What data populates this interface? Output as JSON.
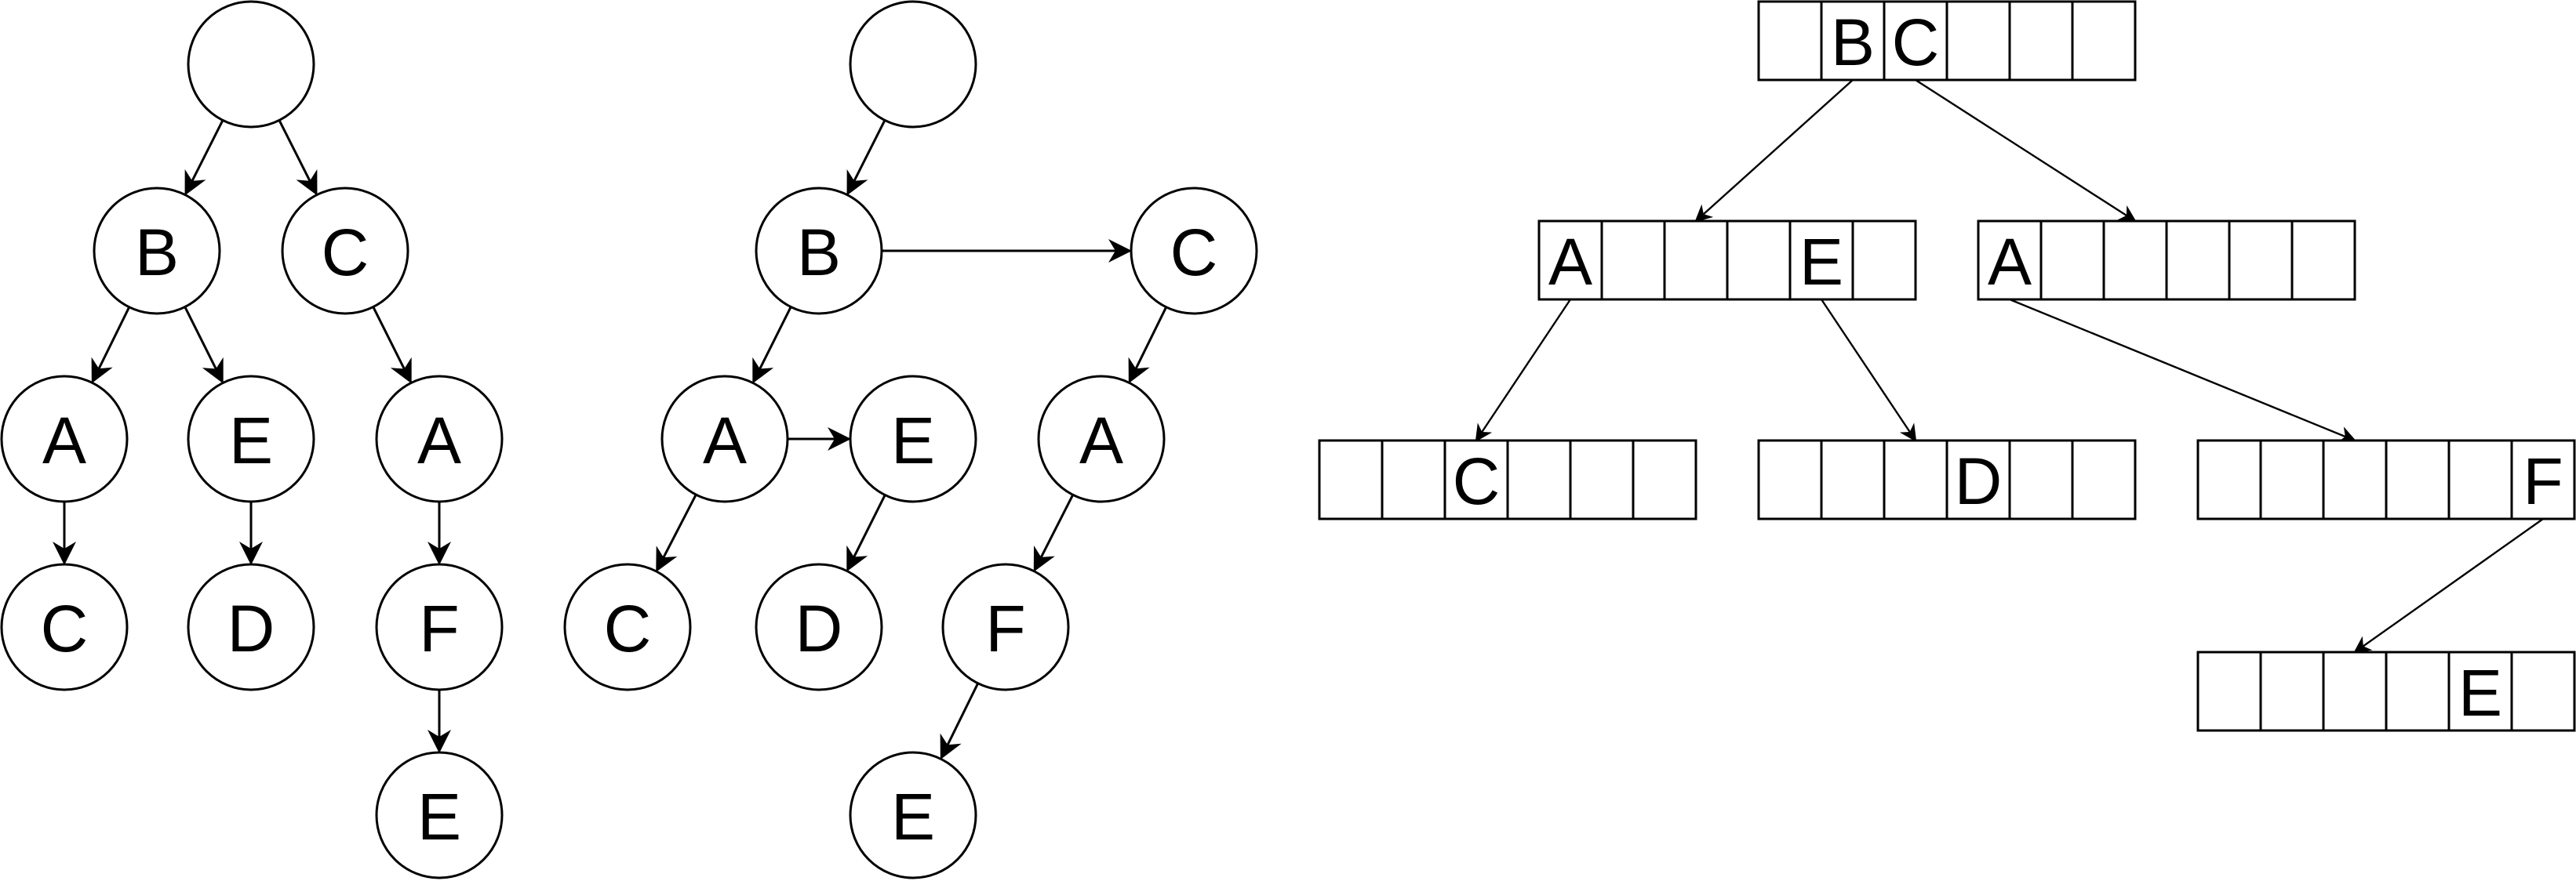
{
  "colors": {
    "stroke": "#000000",
    "fill": "#ffffff",
    "text": "#000000"
  },
  "diagrams": {
    "tree_a": {
      "nodes": [
        {
          "id": "a-root",
          "label": ""
        },
        {
          "id": "a-b",
          "label": "B"
        },
        {
          "id": "a-c",
          "label": "C"
        },
        {
          "id": "a-ba",
          "label": "A"
        },
        {
          "id": "a-be",
          "label": "E"
        },
        {
          "id": "a-ca",
          "label": "A"
        },
        {
          "id": "a-bac",
          "label": "C"
        },
        {
          "id": "a-bed",
          "label": "D"
        },
        {
          "id": "a-caf",
          "label": "F"
        },
        {
          "id": "a-cafe",
          "label": "E"
        }
      ],
      "edges": [
        [
          "a-root",
          "a-b"
        ],
        [
          "a-root",
          "a-c"
        ],
        [
          "a-b",
          "a-ba"
        ],
        [
          "a-b",
          "a-be"
        ],
        [
          "a-c",
          "a-ca"
        ],
        [
          "a-ba",
          "a-bac"
        ],
        [
          "a-be",
          "a-bed"
        ],
        [
          "a-ca",
          "a-caf"
        ],
        [
          "a-caf",
          "a-cafe"
        ]
      ]
    },
    "tree_b": {
      "nodes": [
        {
          "id": "b-root",
          "label": ""
        },
        {
          "id": "b-b",
          "label": "B"
        },
        {
          "id": "b-c",
          "label": "C"
        },
        {
          "id": "b-ba",
          "label": "A"
        },
        {
          "id": "b-be",
          "label": "E"
        },
        {
          "id": "b-ca",
          "label": "A"
        },
        {
          "id": "b-bac",
          "label": "C"
        },
        {
          "id": "b-bed",
          "label": "D"
        },
        {
          "id": "b-caf",
          "label": "F"
        },
        {
          "id": "b-cafe",
          "label": "E"
        }
      ],
      "edges": [
        [
          "b-root",
          "b-b"
        ],
        [
          "b-b",
          "b-c"
        ],
        [
          "b-b",
          "b-ba"
        ],
        [
          "b-ba",
          "b-be"
        ],
        [
          "b-c",
          "b-ca"
        ],
        [
          "b-ba",
          "b-bac"
        ],
        [
          "b-be",
          "b-bed"
        ],
        [
          "b-ca",
          "b-caf"
        ],
        [
          "b-caf",
          "b-cafe"
        ]
      ]
    },
    "tree_c": {
      "arrays": [
        {
          "id": "c-root",
          "cells": [
            "",
            "B",
            "C",
            "",
            "",
            ""
          ]
        },
        {
          "id": "c-l1",
          "cells": [
            "A",
            "",
            "",
            "",
            "E",
            ""
          ]
        },
        {
          "id": "c-r1",
          "cells": [
            "A",
            "",
            "",
            "",
            "",
            ""
          ]
        },
        {
          "id": "c-l2",
          "cells": [
            "",
            "",
            "C",
            "",
            "",
            ""
          ]
        },
        {
          "id": "c-m2",
          "cells": [
            "",
            "",
            "",
            "D",
            "",
            ""
          ]
        },
        {
          "id": "c-r2",
          "cells": [
            "",
            "",
            "",
            "",
            "",
            "F"
          ]
        },
        {
          "id": "c-r3",
          "cells": [
            "",
            "",
            "",
            "",
            "E",
            ""
          ]
        }
      ],
      "edges": [
        {
          "from": "c-root",
          "cell": 1,
          "to": "c-l1"
        },
        {
          "from": "c-root",
          "cell": 2,
          "to": "c-r1"
        },
        {
          "from": "c-l1",
          "cell": 0,
          "to": "c-l2"
        },
        {
          "from": "c-l1",
          "cell": 4,
          "to": "c-m2"
        },
        {
          "from": "c-r1",
          "cell": 0,
          "to": "c-r2"
        },
        {
          "from": "c-r2",
          "cell": 5,
          "to": "c-r3"
        }
      ]
    }
  }
}
